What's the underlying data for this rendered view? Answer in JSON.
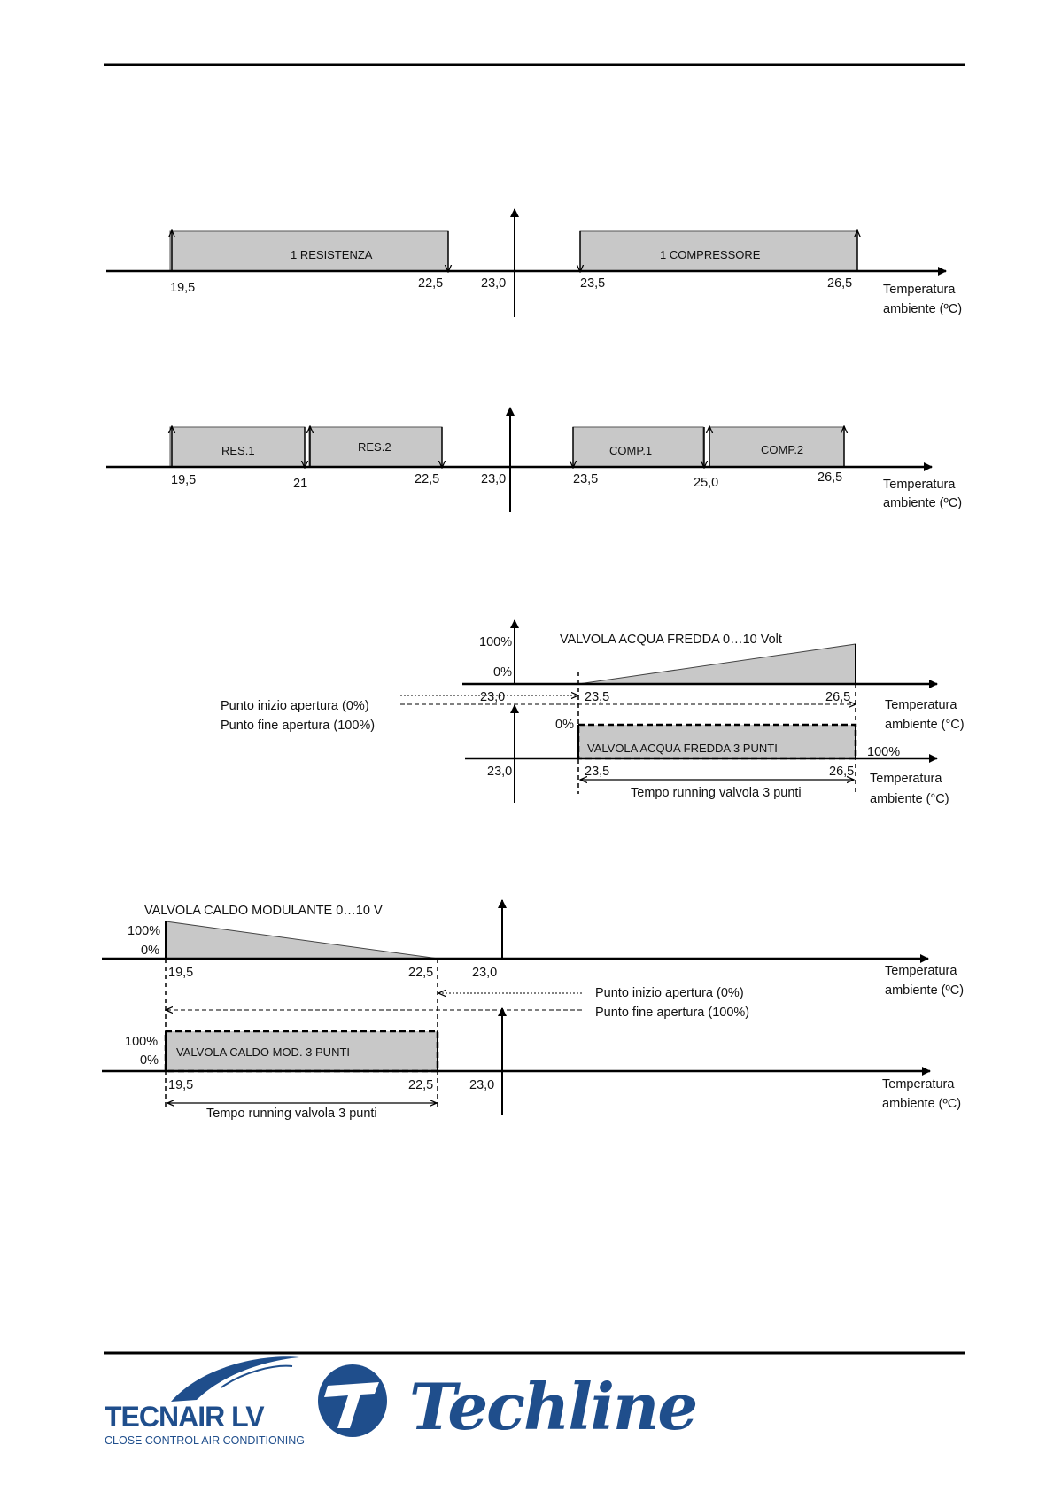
{
  "axis_label": [
    "Temperatura",
    "ambiente (ºC)"
  ],
  "axis_label_alt": [
    "Temperatura",
    "ambiente (°C)"
  ],
  "diagram1": {
    "band_left": "1 RESISTENZA",
    "band_right": "1 COMPRESSORE",
    "ticks": [
      "19,5",
      "22,5",
      "23,0",
      "23,5",
      "26,5"
    ]
  },
  "diagram2": {
    "bands": [
      "RES.1",
      "RES.2",
      "COMP.1",
      "COMP.2"
    ],
    "ticks": [
      "19,5",
      "21",
      "22,5",
      "23,0",
      "23,5",
      "25,0",
      "26,5"
    ]
  },
  "diagram3": {
    "valve_title": "VALVOLA ACQUA FREDDA 0…10 Volt",
    "pct_100": "100%",
    "pct_0": "0%",
    "start_label": "Punto inizio apertura (0%)",
    "end_label": "Punto fine apertura (100%)",
    "ticks_top": [
      "23,0",
      "23,5",
      "26,5"
    ],
    "band_label": "VALVOLA ACQUA FREDDA 3 PUNTI",
    "pct_0_b": "0%",
    "pct_100_b": "100%",
    "ticks_bottom": [
      "23,0",
      "23,5",
      "26,5"
    ],
    "running_label": "Tempo running valvola 3 punti"
  },
  "diagram4": {
    "valve_title": "VALVOLA CALDO MODULANTE 0…10 V",
    "pct_100": "100%",
    "pct_0": "0%",
    "ticks_top": [
      "19,5",
      "22,5",
      "23,0"
    ],
    "start_label": "Punto inizio apertura (0%)",
    "end_label": "Punto fine apertura (100%)",
    "band_label": "VALVOLA CALDO MOD. 3 PUNTI",
    "ticks_bottom": [
      "19,5",
      "22,5",
      "23,0"
    ],
    "running_label": "Tempo running valvola 3 punti"
  },
  "footer": {
    "logo1_main": "TECNAIR LV",
    "logo1_sub": "CLOSE CONTROL AIR CONDITIONING",
    "logo2": "Techline",
    "colors": {
      "brand_blue": "#1f4e8c",
      "band_gray": "#c8c8c8"
    }
  }
}
